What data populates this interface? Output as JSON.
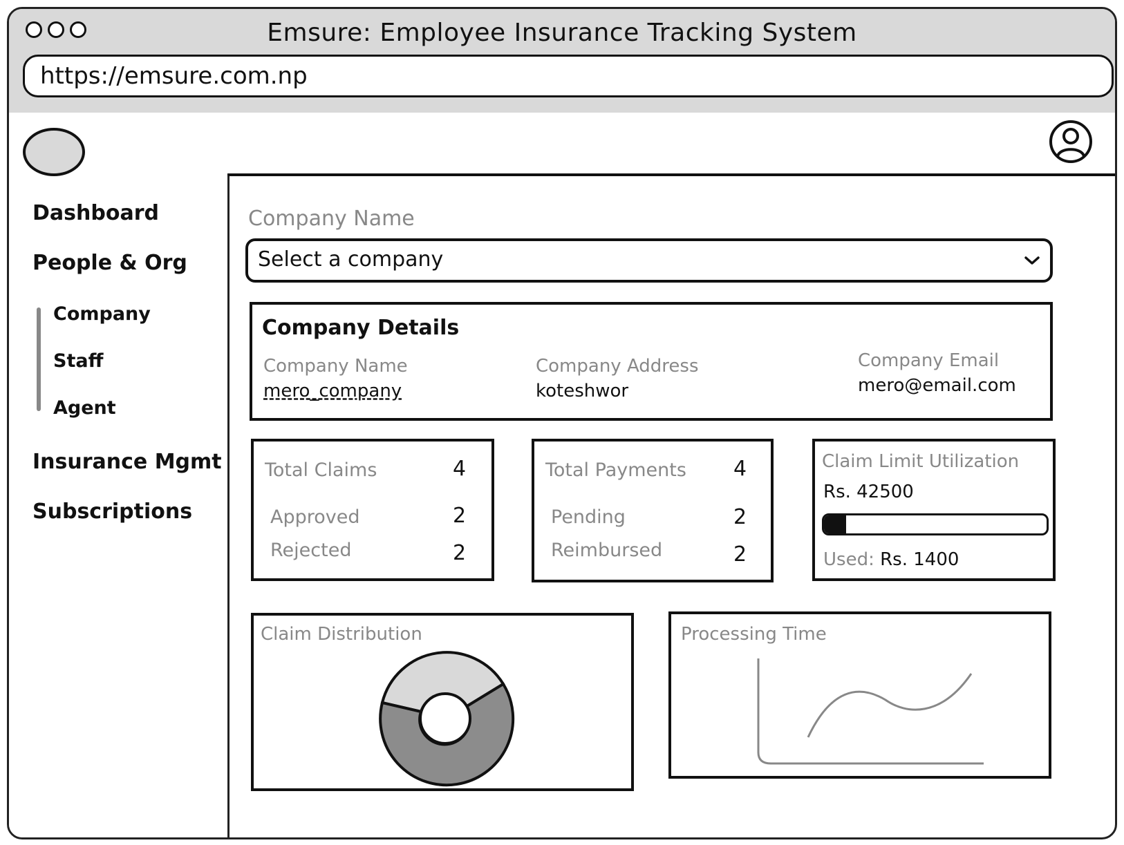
{
  "window": {
    "title": "Emsure: Employee Insurance Tracking System",
    "url": "https://emsure.com.np"
  },
  "sidebar": {
    "items": [
      {
        "label": "Dashboard"
      },
      {
        "label": "People & Org"
      },
      {
        "label": "Insurance Mgmt"
      },
      {
        "label": "Subscriptions"
      }
    ],
    "subitems": [
      {
        "label": "Company"
      },
      {
        "label": "Staff"
      },
      {
        "label": "Agent"
      }
    ]
  },
  "form": {
    "company_label": "Company Name",
    "company_select_value": "Select a company"
  },
  "details": {
    "title": "Company Details",
    "name_label": "Company Name",
    "name_value": "mero_company",
    "address_label": "Company Address",
    "address_value": "koteshwor",
    "email_label": "Company Email",
    "email_value": "mero@email.com"
  },
  "claims": {
    "total_label": "Total Claims",
    "total_value": "4",
    "approved_label": "Approved",
    "approved_value": "2",
    "rejected_label": "Rejected",
    "rejected_value": "2"
  },
  "payments": {
    "total_label": "Total Payments",
    "total_value": "4",
    "pending_label": "Pending",
    "pending_value": "2",
    "reimbursed_label": "Reimbursed",
    "reimbursed_value": "2"
  },
  "utilization": {
    "title": "Claim Limit Utilization",
    "limit_text": "Rs. 42500",
    "used_label": "Used:",
    "used_text": "Rs. 1400",
    "used_fraction": 0.033
  },
  "charts": {
    "distribution_title": "Claim Distribution",
    "processing_title": "Processing Time"
  },
  "colors": {
    "sketch_ink": "#111111",
    "muted_text": "#888888",
    "titlebar_gray": "#d9d9d9",
    "donut_light": "#d9d9d9",
    "donut_dark": "#8c8c8c"
  }
}
